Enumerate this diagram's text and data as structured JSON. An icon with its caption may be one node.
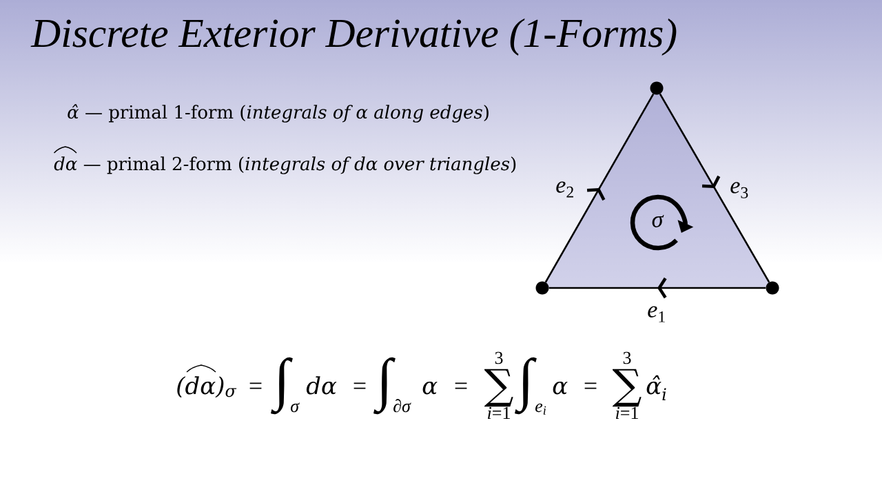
{
  "diagram": {
    "title": "Discrete Exterior Derivative (1-Forms)",
    "nodes": [
      {
        "text": [
          "σ"
        ]
      },
      {
        "text": [],
        "shape": "circle"
      },
      {
        "text": [],
        "shape": "circle"
      },
      {
        "text": [],
        "shape": "circle"
      }
    ],
    "edges": [
      {
        "from": 3,
        "to": 2,
        "arrow": "to",
        "label": "*e*$_{1}$"
      },
      {
        "from": 2,
        "to": 1,
        "arrow": "to",
        "label": "*e*$_{2}$"
      },
      {
        "from": 1,
        "to": 3,
        "arrow": "to",
        "label": "*e*$_{3}$"
      }
    ],
    "labels": [
      "*α̂* — primal 1-form (*integrals of α along edges*)",
      "*dα* — primal 2-form (*integrals of dα over triangles*)",
      "(dα)$_{σ}$",
      "=",
      "∫",
      "σ",
      "dα",
      "=",
      "∫",
      "∂σ",
      "α",
      "=",
      "3",
      "∑",
      "*i*=1",
      "∫",
      "e$_{i}$",
      "α",
      "=",
      "3",
      "∑",
      "*i*=1",
      "α̂$_{i}$"
    ]
  }
}
